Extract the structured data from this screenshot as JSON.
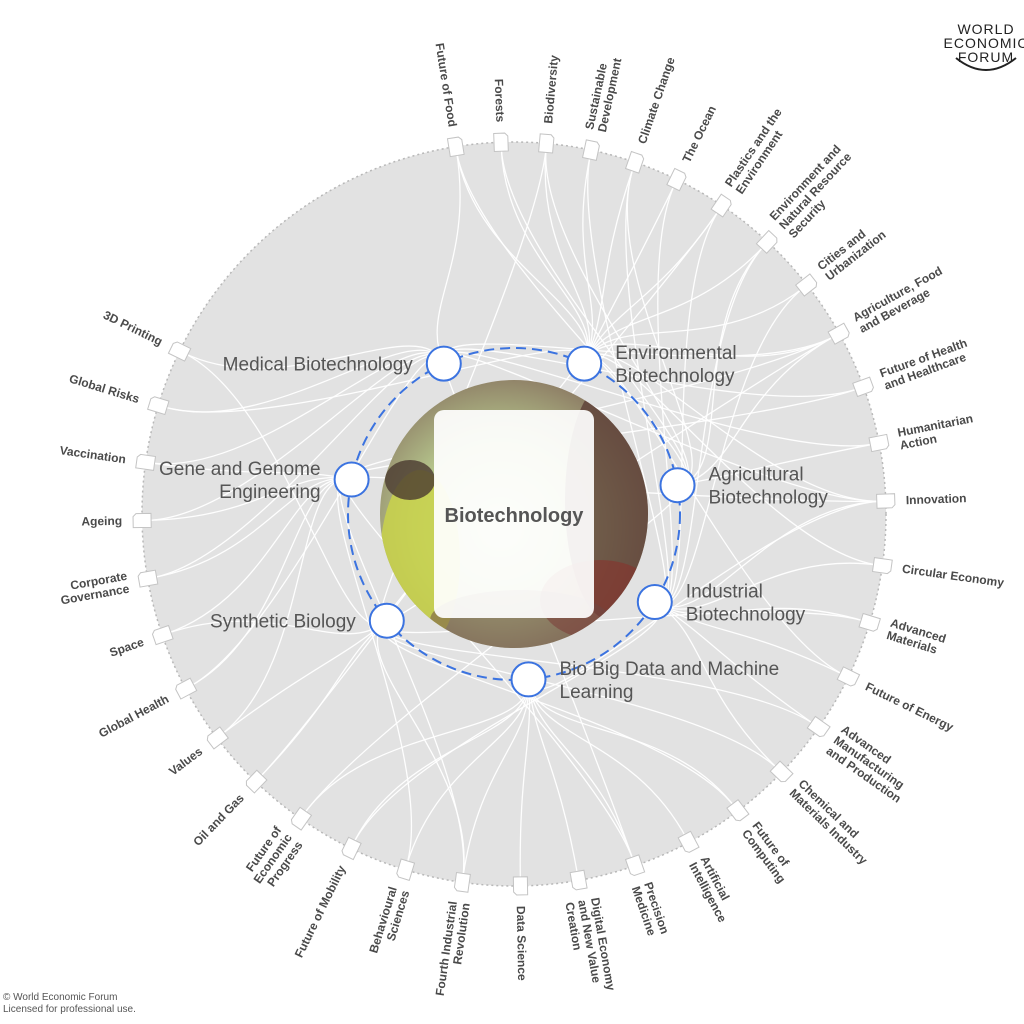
{
  "center": {
    "title": "Biotechnology"
  },
  "logo": {
    "lines": [
      "WORLD",
      "ECONOMIC",
      "FORUM"
    ]
  },
  "footer": {
    "line1": "© World Economic Forum",
    "line2": "Licensed for professional use."
  },
  "subtopics": [
    {
      "lines": [
        "Medical Biotechnology"
      ],
      "angle": -115
    },
    {
      "lines": [
        "Environmental",
        "Biotechnology"
      ],
      "angle": -65
    },
    {
      "lines": [
        "Agricultural",
        "Biotechnology"
      ],
      "angle": -10
    },
    {
      "lines": [
        "Industrial",
        "Biotechnology"
      ],
      "angle": 32
    },
    {
      "lines": [
        "Bio Big Data and Machine",
        "Learning"
      ],
      "angle": 85
    },
    {
      "lines": [
        "Synthetic Biology"
      ],
      "angle": 140
    },
    {
      "lines": [
        "Gene and Genome",
        "Engineering"
      ],
      "angle": -168
    }
  ],
  "topics": [
    {
      "lines": [
        "Future of Food"
      ],
      "angle": -99,
      "links": [
        0,
        1,
        2
      ]
    },
    {
      "lines": [
        "Forests"
      ],
      "angle": -92,
      "links": [
        1,
        2
      ]
    },
    {
      "lines": [
        "Biodiversity"
      ],
      "angle": -85,
      "links": [
        1,
        2,
        5
      ]
    },
    {
      "lines": [
        "Sustainable",
        "Development"
      ],
      "angle": -78,
      "links": [
        1,
        3
      ]
    },
    {
      "lines": [
        "Climate Change"
      ],
      "angle": -71,
      "links": [
        1,
        2,
        3
      ]
    },
    {
      "lines": [
        "The Ocean"
      ],
      "angle": -64,
      "links": [
        1,
        3
      ]
    },
    {
      "lines": [
        "Plastics and the",
        "Environment"
      ],
      "angle": -56,
      "links": [
        1,
        3,
        5
      ]
    },
    {
      "lines": [
        "Environment and",
        "Natural Resource",
        "Security"
      ],
      "angle": -47,
      "links": [
        1,
        2,
        3
      ]
    },
    {
      "lines": [
        "Cities and",
        "Urbanization"
      ],
      "angle": -38,
      "links": [
        1,
        3
      ]
    },
    {
      "lines": [
        "Agriculture, Food",
        "and Beverage"
      ],
      "angle": -29,
      "links": [
        0,
        1,
        2,
        5,
        6
      ]
    },
    {
      "lines": [
        "Future of Health",
        "and Healthcare"
      ],
      "angle": -20,
      "links": [
        0,
        6
      ]
    },
    {
      "lines": [
        "Humanitarian",
        "Action"
      ],
      "angle": -11,
      "links": [
        0,
        2
      ]
    },
    {
      "lines": [
        "Innovation"
      ],
      "angle": -2,
      "links": [
        0,
        1,
        3,
        4,
        6
      ]
    },
    {
      "lines": [
        "Circular Economy"
      ],
      "angle": 8,
      "links": [
        1,
        3
      ]
    },
    {
      "lines": [
        "Advanced",
        "Materials"
      ],
      "angle": 17,
      "links": [
        3,
        5
      ]
    },
    {
      "lines": [
        "Future of Energy"
      ],
      "angle": 26,
      "links": [
        3,
        1
      ]
    },
    {
      "lines": [
        "Advanced",
        "Manufacturing",
        "and Production"
      ],
      "angle": 35,
      "links": [
        3,
        5
      ]
    },
    {
      "lines": [
        "Chemical and",
        "Materials Industry"
      ],
      "angle": 44,
      "links": [
        3,
        5
      ]
    },
    {
      "lines": [
        "Future of",
        "Computing"
      ],
      "angle": 53,
      "links": [
        4,
        5
      ]
    },
    {
      "lines": [
        "Artificial",
        "Intelligence"
      ],
      "angle": 62,
      "links": [
        4
      ]
    },
    {
      "lines": [
        "Precision",
        "Medicine"
      ],
      "angle": 71,
      "links": [
        0,
        4,
        6
      ]
    },
    {
      "lines": [
        "Digital Economy",
        "and New Value",
        "Creation"
      ],
      "angle": 80,
      "links": [
        4
      ]
    },
    {
      "lines": [
        "Data Science"
      ],
      "angle": 89,
      "links": [
        4
      ]
    },
    {
      "lines": [
        "Fourth Industrial",
        "Revolution"
      ],
      "angle": 98,
      "links": [
        4,
        5,
        6
      ]
    },
    {
      "lines": [
        "Behavioural",
        "Sciences"
      ],
      "angle": 107,
      "links": [
        4,
        6
      ]
    },
    {
      "lines": [
        "Future of Mobility"
      ],
      "angle": 116,
      "links": [
        4,
        3
      ]
    },
    {
      "lines": [
        "Future of",
        "Economic",
        "Progress"
      ],
      "angle": 125,
      "links": [
        4,
        2
      ]
    },
    {
      "lines": [
        "Oil and Gas"
      ],
      "angle": 134,
      "links": [
        5,
        1
      ]
    },
    {
      "lines": [
        "Values"
      ],
      "angle": 143,
      "links": [
        6,
        5
      ]
    },
    {
      "lines": [
        "Global Health"
      ],
      "angle": 152,
      "links": [
        0,
        6
      ]
    },
    {
      "lines": [
        "Space"
      ],
      "angle": 161,
      "links": [
        5,
        6
      ]
    },
    {
      "lines": [
        "Corporate",
        "Governance"
      ],
      "angle": 170,
      "links": [
        6,
        0
      ]
    },
    {
      "lines": [
        "Ageing"
      ],
      "angle": 179,
      "links": [
        0,
        6
      ]
    },
    {
      "lines": [
        "Vaccination"
      ],
      "angle": -172,
      "links": [
        0,
        6
      ]
    },
    {
      "lines": [
        "Global Risks"
      ],
      "angle": -163,
      "links": [
        0,
        1
      ]
    },
    {
      "lines": [
        "3D Printing"
      ],
      "angle": -154,
      "links": [
        0,
        5
      ]
    }
  ],
  "colors": {
    "disc": "#e2e2e2",
    "disc_border": "#b8b8b8",
    "link": "#ffffff",
    "ring": "#3b73e0",
    "node_stroke": "#3b73e0",
    "card": "#ffffff"
  }
}
